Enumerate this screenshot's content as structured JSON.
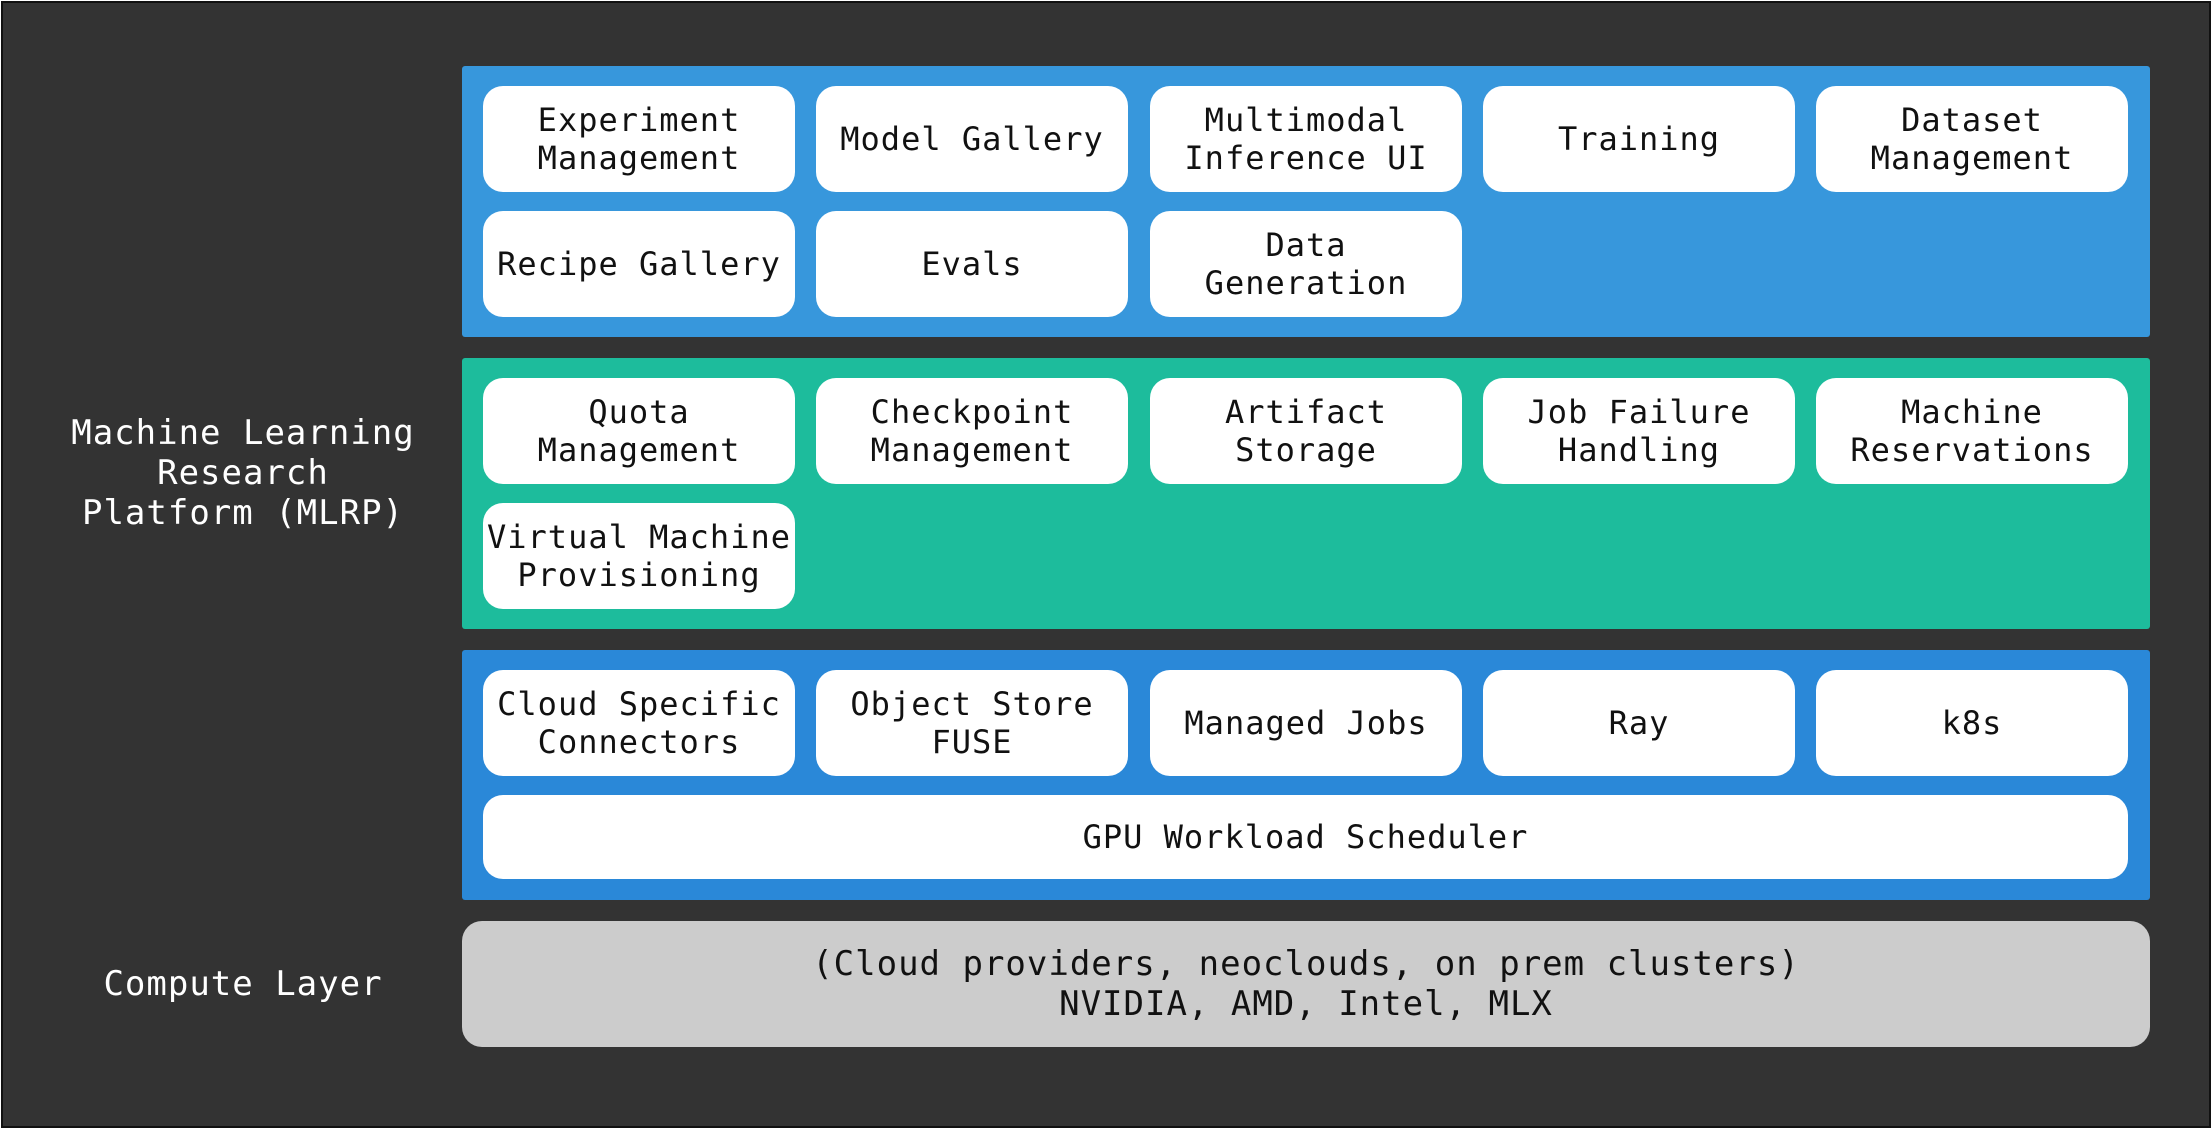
{
  "labels": {
    "mlrp": "Machine Learning\nResearch\nPlatform (MLRP)",
    "compute": "Compute Layer"
  },
  "colors": {
    "background": "#333333",
    "application_band": "#3797dc",
    "platform_band": "#1dbc9c",
    "infrastructure_band": "#2a88d8",
    "compute_band": "#cccccc",
    "box": "#ffffff"
  },
  "application_layer": {
    "boxes": [
      "Experiment\nManagement",
      "Model Gallery",
      "Multimodal\nInference UI",
      "Training",
      "Dataset\nManagement",
      "Recipe Gallery",
      "Evals",
      "Data\nGeneration"
    ]
  },
  "platform_layer": {
    "boxes": [
      "Quota\nManagement",
      "Checkpoint\nManagement",
      "Artifact\nStorage",
      "Job Failure\nHandling",
      "Machine\nReservations",
      "Virtual Machine\nProvisioning"
    ]
  },
  "infrastructure_layer": {
    "boxes": [
      "Cloud Specific\nConnectors",
      "Object Store\nFUSE",
      "Managed Jobs",
      "Ray",
      "k8s"
    ],
    "scheduler": "GPU Workload Scheduler"
  },
  "compute_layer": {
    "line1": "(Cloud providers, neoclouds, on prem clusters)",
    "line2": "NVIDIA, AMD, Intel, MLX"
  }
}
